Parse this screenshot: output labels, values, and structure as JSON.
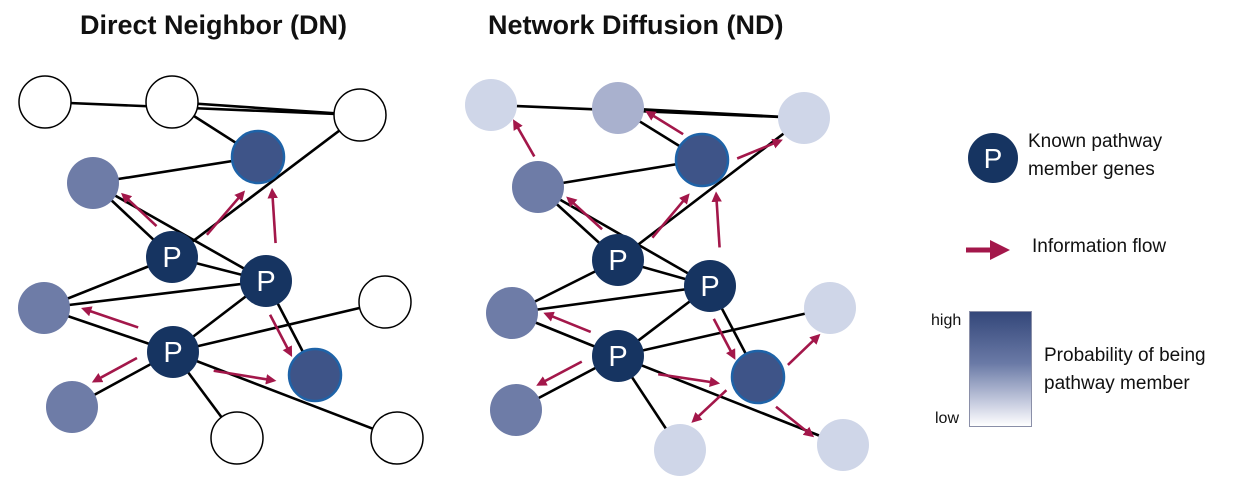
{
  "panels": {
    "dn_title": "Direct Neighbor (DN)",
    "nd_title": "Network Diffusion (ND)"
  },
  "node_label": "P",
  "legend": {
    "known_member": "Known pathway member genes",
    "information_flow": "Information flow",
    "scale_high": "high",
    "scale_low": "low",
    "probability": "Probability of being pathway member"
  },
  "colors": {
    "known": "#163461",
    "high": "#3e5488",
    "medium": "#6e7ca7",
    "light_medium": "#a9b1ce",
    "light": "#cfd6e8",
    "none": "#ffffff",
    "arrow": "#a3174a",
    "edge": "#000000"
  }
}
